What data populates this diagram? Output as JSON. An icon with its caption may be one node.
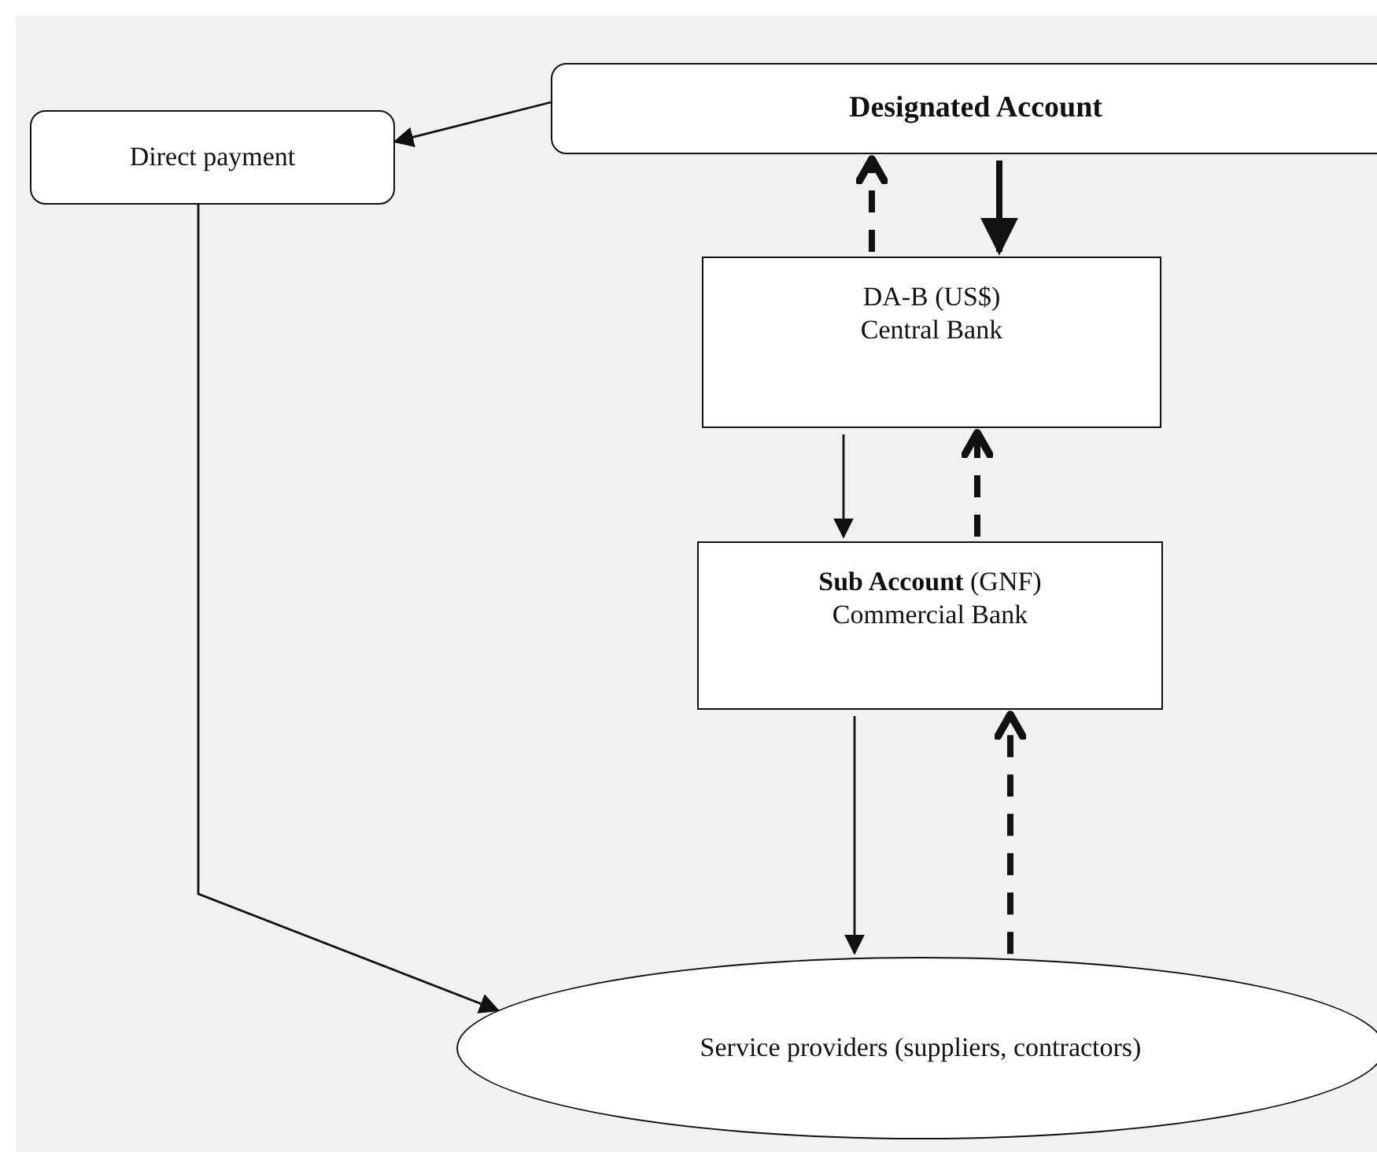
{
  "diagram": {
    "nodes": [
      {
        "text": [
          "Designated Account"
        ]
      },
      {
        "text": [
          "Direct payment"
        ]
      },
      {
        "text": [
          "DA-B (US$)",
          "Central Bank"
        ]
      },
      {
        "text": [
          "**Sub Account** (GNF)",
          "Commercial Bank"
        ]
      },
      {
        "text": [
          "Service providers (suppliers, contractors)"
        ]
      }
    ],
    "edges": [
      {
        "from": 0,
        "to": 1,
        "arrow": "to"
      },
      {
        "from": 2,
        "to": 0,
        "arrow": "to",
        "style": "dashed"
      },
      {
        "from": 0,
        "to": 2,
        "arrow": "to",
        "style": "thick"
      },
      {
        "from": 2,
        "to": 3,
        "arrow": "to"
      },
      {
        "from": 3,
        "to": 2,
        "arrow": "to",
        "style": "dashed"
      },
      {
        "from": 3,
        "to": 4,
        "arrow": "to"
      },
      {
        "from": 4,
        "to": 3,
        "arrow": "to",
        "style": "dashed"
      },
      {
        "from": 1,
        "to": 4,
        "arrow": "to"
      }
    ]
  }
}
